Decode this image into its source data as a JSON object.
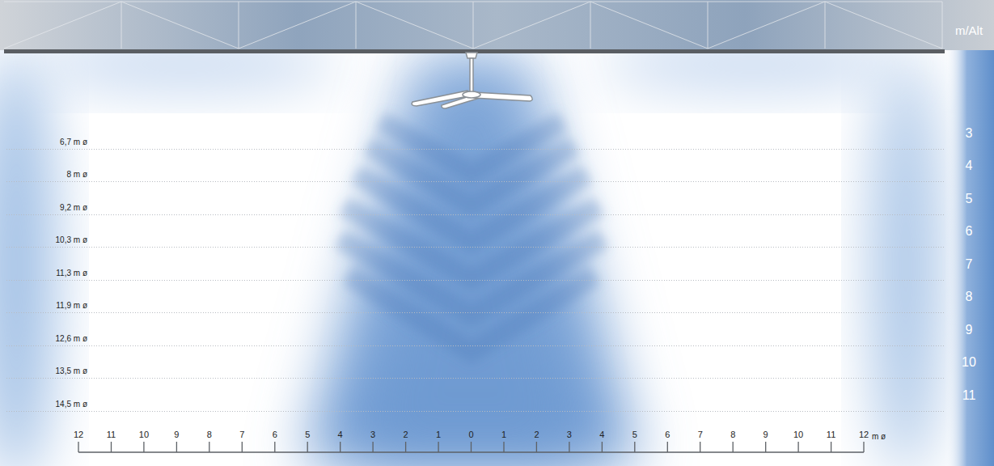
{
  "diagram": {
    "labels": [
      "m/Alt",
      "6,7 m ø",
      "3",
      "8 m ø",
      "4",
      "9,2 m ø",
      "5",
      "10,3 m ø",
      "6",
      "11,3 m ø",
      "7",
      "11,9 m ø",
      "8",
      "12,6 m ø",
      "9",
      "13,5 m ø",
      "10",
      "14,5 m ø",
      "11",
      "12",
      "11",
      "10",
      "9",
      "8",
      "7",
      "6",
      "5",
      "4",
      "3",
      "2",
      "1",
      "0",
      "1",
      "2",
      "3",
      "4",
      "5",
      "6",
      "7",
      "8",
      "9",
      "10",
      "11",
      "12",
      "m ø"
    ]
  }
}
